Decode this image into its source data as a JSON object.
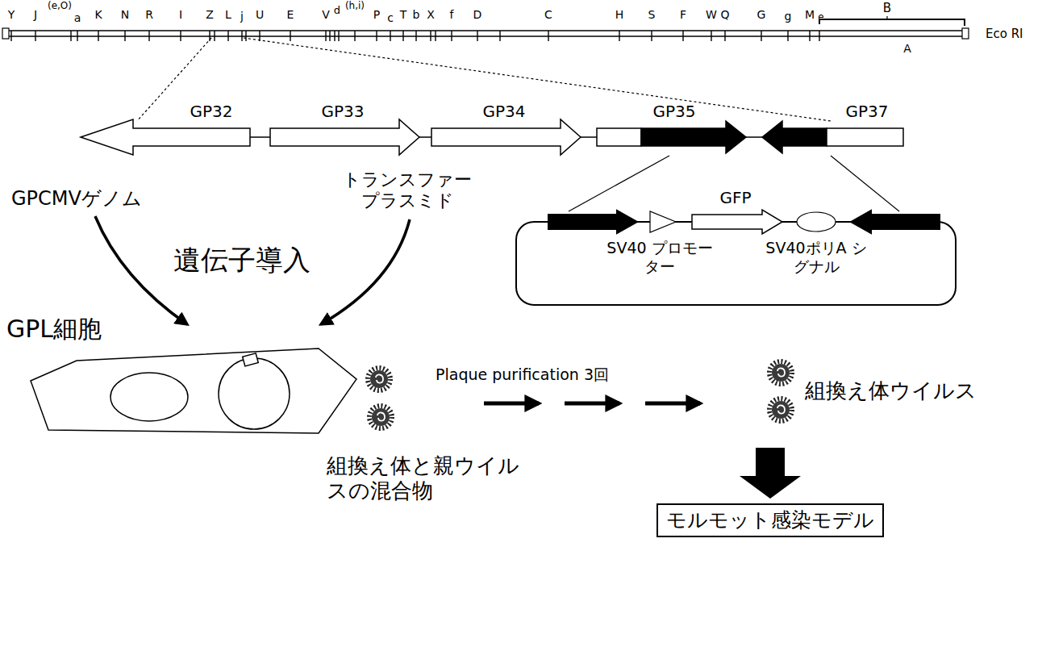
{
  "diagram": {
    "nodes": [
      {
        "text": [
          "モルモット感染モデル"
        ]
      }
    ],
    "labels": [
      "Y",
      "J",
      "(e,O)",
      "a",
      "K",
      "N",
      "R",
      "I",
      "Z",
      "L",
      "j",
      "U",
      "E",
      "V",
      "(h,i)",
      "d",
      "P",
      "c",
      "T",
      "b",
      "X",
      "f",
      "D",
      "C",
      "H",
      "S",
      "F",
      "W",
      "Q",
      "G",
      "g",
      "M",
      "e",
      "B",
      "A",
      "Eco RI",
      "GP32",
      "GP33",
      "GP34",
      "GP35",
      "GP37",
      "GPCMVゲノム",
      "トランスファー プラスミド",
      "GFP",
      "遺伝子導入",
      "SV40 プロモーター",
      "SV40ポリA シグナル",
      "GPL細胞",
      "Plaque purification 3回",
      "組換え体ウイルス",
      "組換え体と親ウイル スの混合物"
    ]
  }
}
